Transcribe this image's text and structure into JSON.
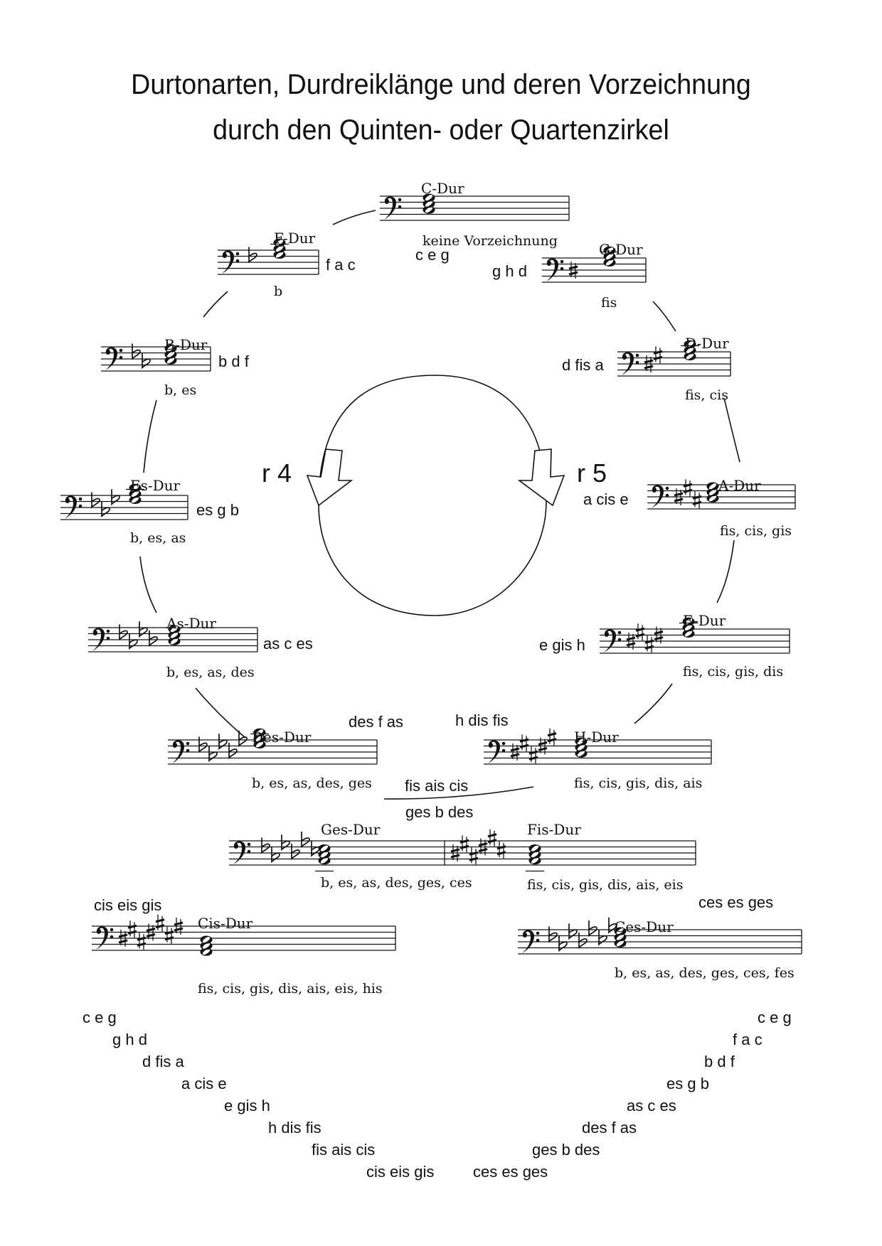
{
  "title": {
    "line1": "Durtonarten, Durdreiklänge und deren Vorzeichnung",
    "line2": "durch den Quinten- oder Quartenzirkel"
  },
  "rotation": {
    "quart_label": "r 4",
    "quint_label": "r 5"
  },
  "keys": [
    {
      "name": "C-Dur",
      "sig": "keine Vorzeichnung",
      "triad": "c e g"
    },
    {
      "name": "G-Dur",
      "sig": "fis",
      "triad": "g h d"
    },
    {
      "name": "D-Dur",
      "sig": "fis, cis",
      "triad": "d fis a"
    },
    {
      "name": "A-Dur",
      "sig": "fis, cis, gis",
      "triad": "a cis e"
    },
    {
      "name": "E-Dur",
      "sig": "fis, cis, gis, dis",
      "triad": "e gis h"
    },
    {
      "name": "H-Dur",
      "sig": "fis, cis, gis, dis, ais",
      "triad": "h dis fis"
    },
    {
      "name": "Fis-Dur",
      "sig": "fis, cis, gis, dis, ais, eis",
      "triad": "fis ais cis"
    },
    {
      "name": "Ges-Dur",
      "sig": "b, es, as, des, ges, ces",
      "triad": "ges b des"
    },
    {
      "name": "Des-Dur",
      "sig": "b, es, as, des, ges",
      "triad": "des f as"
    },
    {
      "name": "As-Dur",
      "sig": "b, es, as, des",
      "triad": "as c es"
    },
    {
      "name": "Es-Dur",
      "sig": "b, es, as",
      "triad": "es g b"
    },
    {
      "name": "B-Dur",
      "sig": "b, es",
      "triad": "b d f"
    },
    {
      "name": "F-Dur",
      "sig": "b",
      "triad": "f a c"
    },
    {
      "name": "Cis-Dur",
      "sig": "fis, cis, gis, dis, ais, eis, his",
      "triad": "cis eis gis"
    },
    {
      "name": "Ces-Dur",
      "sig": "b, es, as, des, ges, ces, fes",
      "triad": "ces es ges"
    }
  ],
  "sharp_list": [
    "c e g",
    "g h d",
    "d fis a",
    "a cis e",
    "e gis h",
    "h dis fis",
    "fis ais cis",
    "cis eis gis"
  ],
  "flat_list": [
    "c e g",
    "f a c",
    "b d f",
    "es g b",
    "as c es",
    "des f as",
    "ges b des",
    "ces es ges"
  ],
  "colors": {
    "ink": "#111111",
    "background": "#ffffff"
  }
}
